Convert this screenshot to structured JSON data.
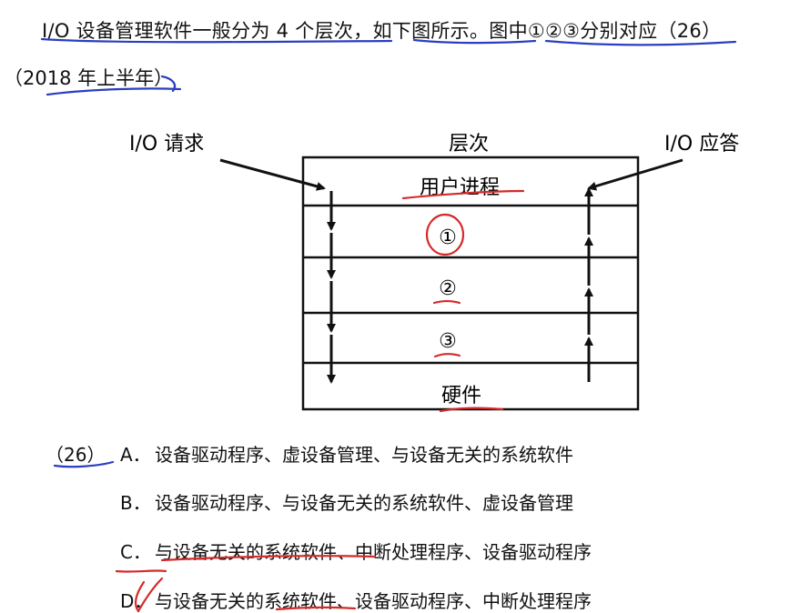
{
  "question": {
    "line1": "I/O 设备管理软件一般分为 4 个层次，如下图所示。图中①②③分别对应（26）",
    "line2": "（2018 年上半年）"
  },
  "diagram": {
    "request_label": "I/O 请求",
    "response_label": "I/O 应答",
    "header": "层次",
    "layers": [
      "用户进程",
      "①",
      "②",
      "③",
      "硬件"
    ]
  },
  "options": {
    "number": "（26）",
    "items": [
      {
        "key": "A．",
        "text": "设备驱动程序、虚设备管理、与设备无关的系统软件"
      },
      {
        "key": "B．",
        "text": "设备驱动程序、与设备无关的系统软件、虚设备管理"
      },
      {
        "key": "C．",
        "text": "与设备无关的系统软件、中断处理程序、设备驱动程序"
      },
      {
        "key": "D．",
        "text": "与设备无关的系统软件、设备驱动程序、中断处理程序"
      }
    ]
  },
  "colors": {
    "pen_blue": "#2a3fbf",
    "pen_red": "#d42a2a"
  }
}
